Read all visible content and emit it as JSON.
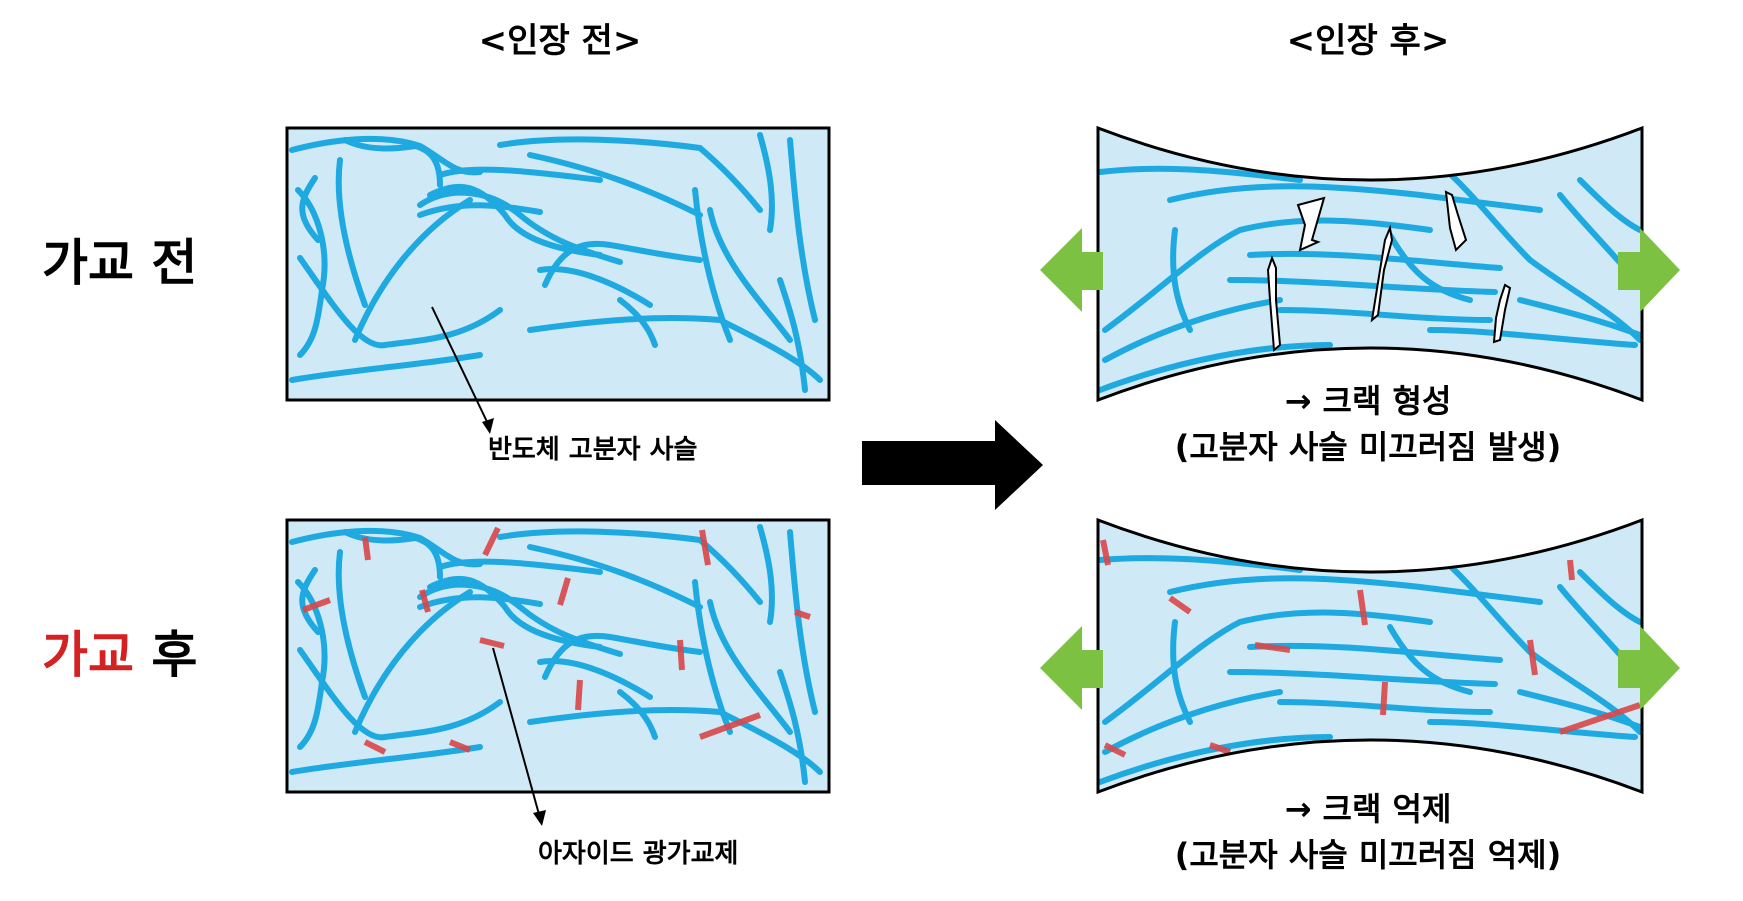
{
  "headers": {
    "before_stretch": "<인장 전>",
    "after_stretch": "<인장 후>"
  },
  "row_labels": {
    "before_crosslink": "가교 전",
    "after_crosslink_highlight": "가교",
    "after_crosslink_rest": " 후"
  },
  "annotations": {
    "polymer_chain": "반도체 고분자 사슬",
    "crosslinker": "아자이드 광가교제"
  },
  "results": {
    "top_line1": "→ 크랙 형성",
    "top_line2": "(고분자 사슬 미끄러짐 발생)",
    "bottom_line1": "→ 크랙 억제",
    "bottom_line2": "(고분자 사슬 미끄러짐 억제)"
  },
  "colors": {
    "chain": "#1fa9e1",
    "panel_fill": "#cfeaf6",
    "crosslink": "#d9474a",
    "arrow_green": "#7dc142",
    "highlight_red": "#d42121",
    "black": "#000000"
  }
}
